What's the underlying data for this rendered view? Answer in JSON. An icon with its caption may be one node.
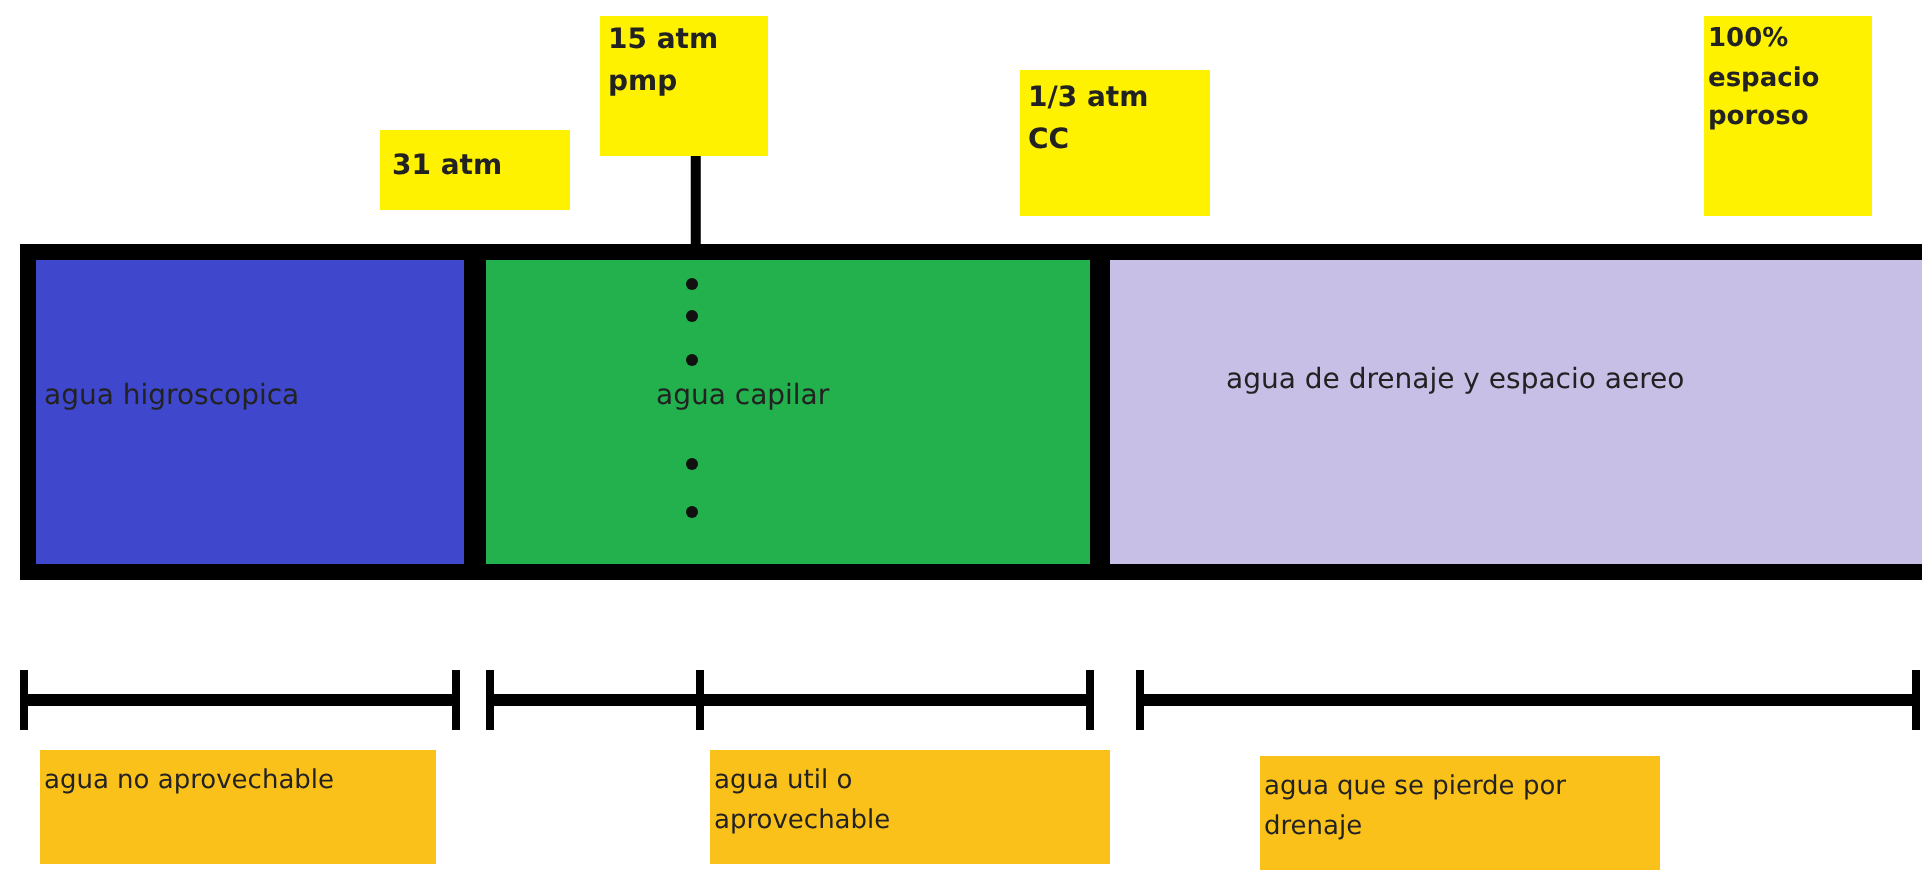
{
  "diagram": {
    "nodes": [
      {
        "text": [
          "31 atm"
        ]
      },
      {
        "text": [
          "15 atm pmp"
        ]
      },
      {
        "text": [
          "1/3 atm CC"
        ]
      },
      {
        "text": [
          "100% espacio poroso"
        ]
      },
      {
        "text": [
          "agua higroscopica"
        ]
      },
      {
        "text": [
          "agua capilar"
        ]
      },
      {
        "text": [
          "agua de drenaje y espacio aereo"
        ]
      },
      {
        "text": [
          "agua no aprovechable"
        ]
      },
      {
        "text": [
          "agua util o aprovechable"
        ]
      },
      {
        "text": [
          "agua que se pierde por drenaje"
        ]
      }
    ],
    "edges": [
      {
        "from": 1,
        "to": 5,
        "arrow": "none"
      }
    ]
  }
}
